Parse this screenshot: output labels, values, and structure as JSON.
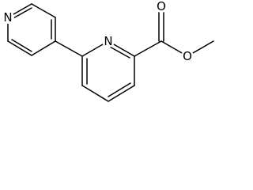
{
  "molecule": {
    "atoms": {
      "pyridine_n_left": "N",
      "pyridine_n_center": "N",
      "ester_carbonyl_o": "O",
      "ester_ether_o": "O"
    }
  }
}
